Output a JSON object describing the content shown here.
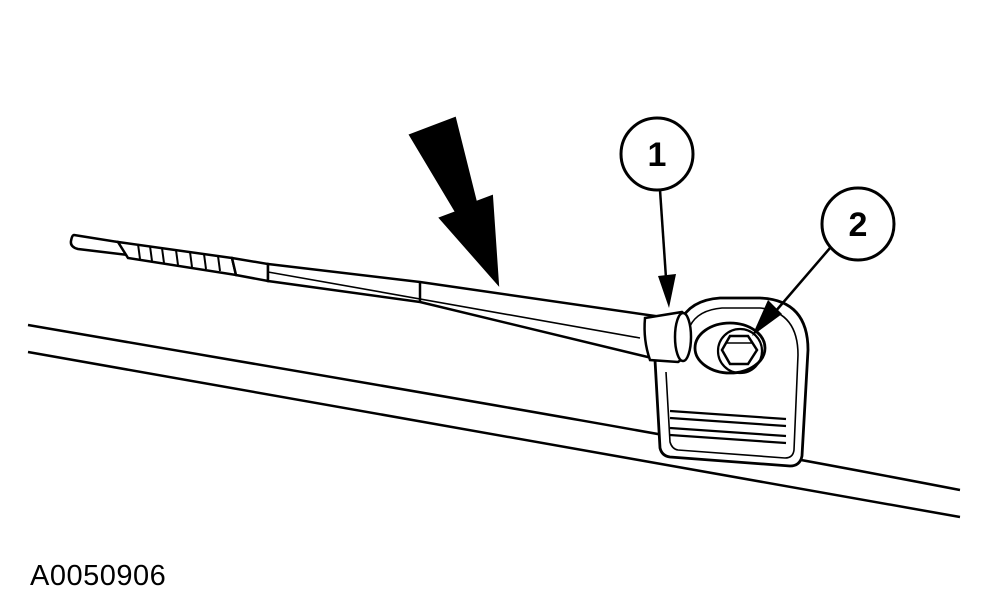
{
  "figure": {
    "id": "A0050906"
  },
  "callouts": [
    {
      "number": "1"
    },
    {
      "number": "2"
    }
  ],
  "colors": {
    "line": "#000000",
    "background": "#ffffff"
  }
}
